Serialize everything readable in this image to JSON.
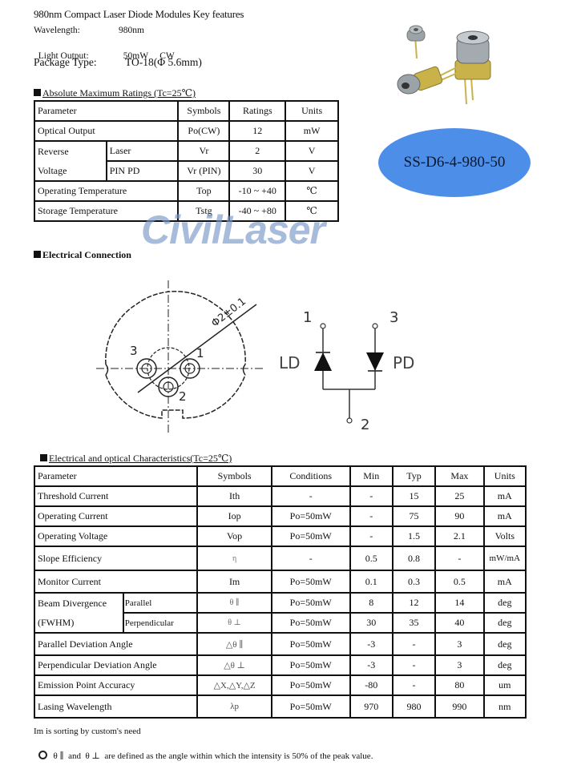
{
  "header": {
    "title": "980nm Compact Laser Diode Modules Key features",
    "features": [
      {
        "label": "Wavelength:",
        "value": "980nm"
      },
      {
        "label": "Light Output:",
        "value": "50mW     CW"
      },
      {
        "label": "Package Type:",
        "value": "TO-18(Φ 5.6mm)"
      }
    ]
  },
  "product": {
    "image_alt": "TO-18 laser diode modules photo",
    "model": "SS-D6-4-980-50",
    "oval_color": "#4d8fe8"
  },
  "watermark": "CivilLaser",
  "absolute_max_ratings": {
    "heading": "Absolute Maximum Ratings (Tc=25℃)",
    "headers": [
      "Parameter",
      "Symbols",
      "Ratings",
      "Units"
    ],
    "rows": [
      {
        "param": "Optical Output",
        "symbol": "Po(CW)",
        "rating": "12",
        "unit": "mW"
      },
      {
        "param": "Reverse Voltage",
        "param_line1": "Reverse",
        "param_line2": "Voltage",
        "sub": "Laser",
        "symbol": "Vr",
        "rating": "2",
        "unit": "V"
      },
      {
        "sub": "PIN PD",
        "symbol": "Vr (PIN)",
        "rating": "30",
        "unit": "V"
      },
      {
        "param": "Operating Temperature",
        "symbol": "Top",
        "rating": "-10 ~ +40",
        "unit": "℃"
      },
      {
        "param": "Storage Temperature",
        "symbol": "Tstg",
        "rating": "-40 ~ +80",
        "unit": "℃"
      }
    ]
  },
  "electrical_connection": {
    "heading": "Electrical Connection",
    "pinout": {
      "dimension": "Φ2±0.1",
      "pins": [
        "1",
        "2",
        "3"
      ]
    },
    "schematic": {
      "ld_label": "LD",
      "pd_label": "PD",
      "pins": [
        "1",
        "2",
        "3"
      ]
    }
  },
  "characteristics": {
    "heading": "Electrical and optical Characteristics(Tc=25℃)",
    "headers": [
      "Parameter",
      "Symbols",
      "Conditions",
      "Min",
      "Typ",
      "Max",
      "Units"
    ],
    "rows": [
      {
        "param": "Threshold Current",
        "symbol": "Ith",
        "cond": "-",
        "min": "-",
        "typ": "15",
        "max": "25",
        "unit": "mA"
      },
      {
        "param": "Operating Current",
        "symbol": "Iop",
        "cond": "Po=50mW",
        "min": "-",
        "typ": "75",
        "max": "90",
        "unit": "mA"
      },
      {
        "param": "Operating Voltage",
        "symbol": "Vop",
        "cond": "Po=50mW",
        "min": "-",
        "typ": "1.5",
        "max": "2.1",
        "unit": "Volts"
      },
      {
        "param": "Slope Efficiency",
        "symbol": "η",
        "cond": "-",
        "min": "0.5",
        "typ": "0.8",
        "max": "-",
        "unit": "mW/mA"
      },
      {
        "param": "Monitor Current",
        "symbol": "Im",
        "cond": "Po=50mW",
        "min": "0.1",
        "typ": "0.3",
        "max": "0.5",
        "unit": "mA"
      },
      {
        "param_line1": "Beam Divergence",
        "param_line2": "(FWHM)",
        "sub": "Parallel",
        "symbol": "θ ∥",
        "cond": "Po=50mW",
        "min": "8",
        "typ": "12",
        "max": "14",
        "unit": "deg"
      },
      {
        "sub": "Perpendicular",
        "symbol": "θ ⊥",
        "cond": "Po=50mW",
        "min": "30",
        "typ": "35",
        "max": "40",
        "unit": "deg"
      },
      {
        "param": "Parallel Deviation Angle",
        "symbol": "△θ ∥",
        "cond": "Po=50mW",
        "min": "-3",
        "typ": "-",
        "max": "3",
        "unit": "deg"
      },
      {
        "param": "Perpendicular Deviation Angle",
        "symbol": "△θ ⊥",
        "cond": "Po=50mW",
        "min": "-3",
        "typ": "-",
        "max": "3",
        "unit": "deg"
      },
      {
        "param": "Emission Point Accuracy",
        "symbol": "△X,△Y,△Z",
        "cond": "Po=50mW",
        "min": "-80",
        "typ": "-",
        "max": "80",
        "unit": "um"
      },
      {
        "param": "Lasing Wavelength",
        "symbol": "λp",
        "cond": "Po=50mW",
        "min": "970",
        "typ": "980",
        "max": "990",
        "unit": "nm"
      }
    ]
  },
  "notes": [
    "Im is sorting by custom's need",
    "θ ∥  and  θ ⊥  are defined as the angle within which the intensity is 50% of the peak value."
  ]
}
